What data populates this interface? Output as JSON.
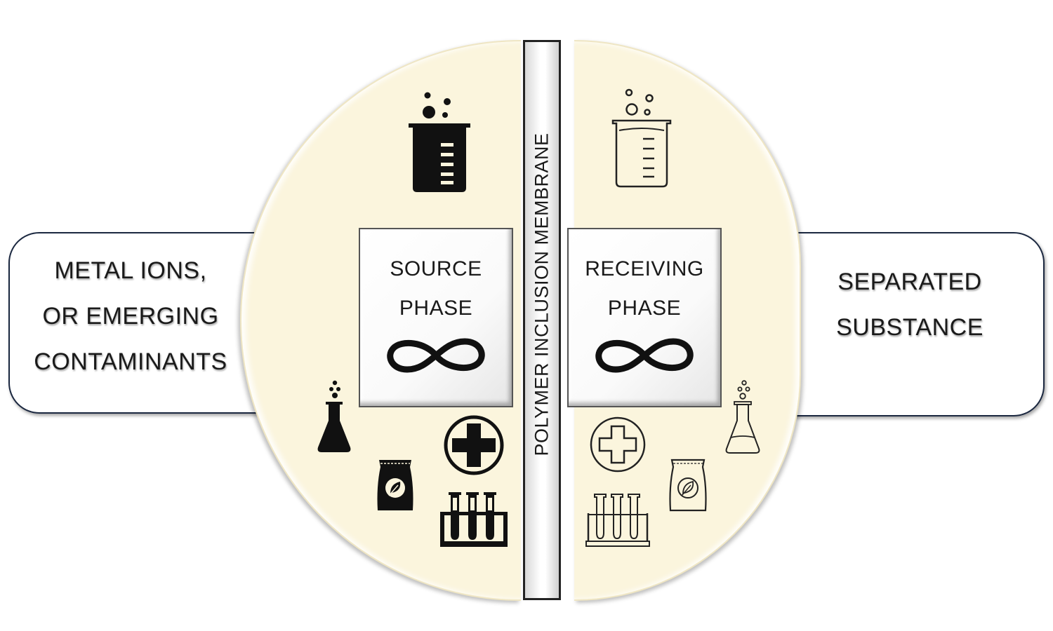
{
  "left_box": {
    "lines": [
      "METAL IONS,",
      "OR EMERGING",
      "CONTAMINANTS"
    ]
  },
  "right_box": {
    "lines": [
      "SEPARATED",
      "SUBSTANCE"
    ]
  },
  "membrane": {
    "label": "POLYMER INCLUSION MEMBRANE"
  },
  "source_phase": {
    "line1": "SOURCE",
    "line2": "PHASE",
    "symbol": "∞"
  },
  "receiving_phase": {
    "line1": "RECEIVING",
    "line2": "PHASE",
    "symbol": "∞"
  },
  "icons": {
    "source_side": [
      "beaker-filled-icon",
      "flask-filled-icon",
      "medical-cross-filled-icon",
      "fertilizer-bag-filled-icon",
      "test-tubes-filled-icon"
    ],
    "receiving_side": [
      "beaker-outline-icon",
      "flask-outline-icon",
      "medical-cross-outline-icon",
      "fertilizer-bag-outline-icon",
      "test-tubes-outline-icon"
    ]
  },
  "colors": {
    "disk_fill": "#fbf5dd",
    "box_border": "#1b2840",
    "icon_color": "#111111"
  }
}
